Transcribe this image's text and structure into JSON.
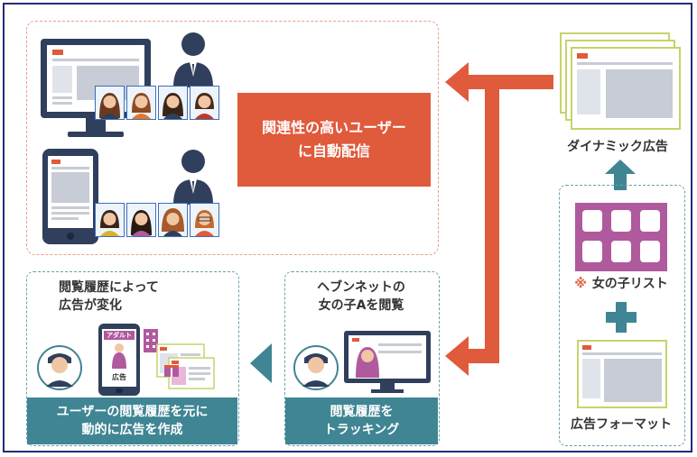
{
  "diagram": {
    "top_box": {
      "label_line1": "関連性の高いユーザー",
      "label_line2": "に自動配信"
    },
    "dynamic_ad": {
      "label": "ダイナミック広告"
    },
    "girls_list": {
      "mark": "※",
      "label": "女の子リスト"
    },
    "ad_format": {
      "label": "広告フォーマット"
    },
    "view_box": {
      "title_line1": "ヘブンネットの",
      "title_line2": "女の子Aを閲覧",
      "footer_line1": "閲覧履歴を",
      "footer_line2": "トラッキング"
    },
    "change_box": {
      "title_line1": "閲覧履歴によって",
      "title_line2": "広告が変化",
      "footer_line1": "ユーザーの閲覧履歴を元に",
      "footer_line2": "動的に広告を作成",
      "phone_tag": "アダルト",
      "phone_caption": "広告"
    },
    "colors": {
      "orange": "#e05a3c",
      "teal": "#3f8593",
      "purple": "#b05a9e",
      "navy": "#26297a"
    }
  }
}
